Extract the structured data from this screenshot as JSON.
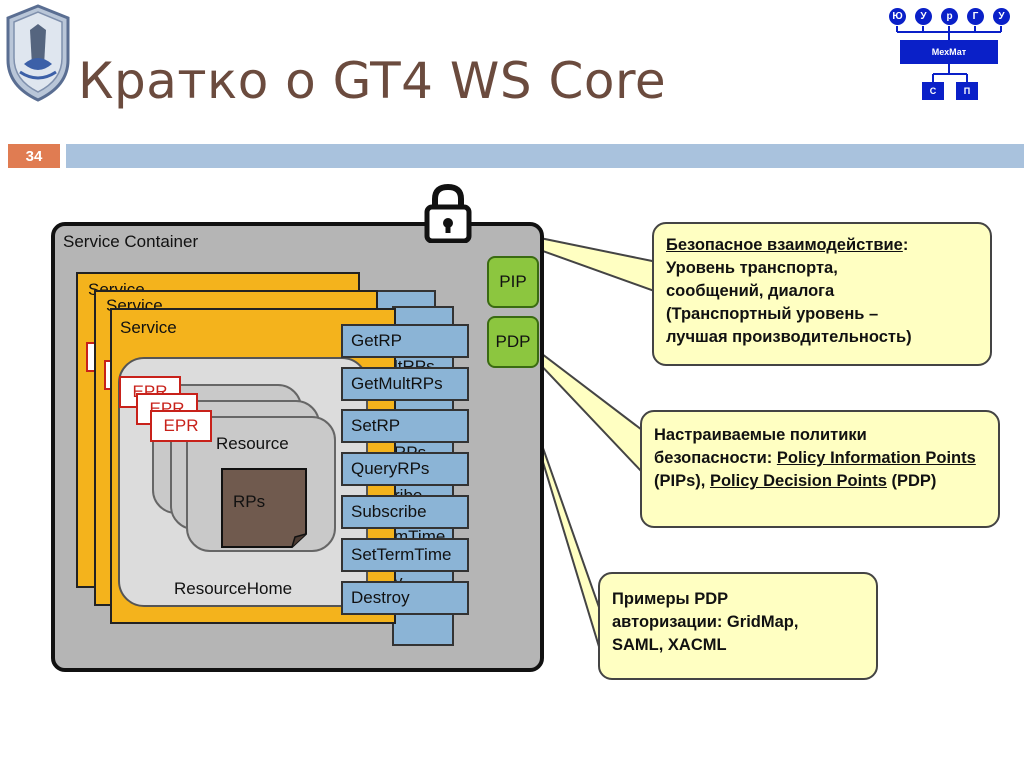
{
  "title": "Кратко о GT4 WS Core",
  "slide_number": "34",
  "logo": {
    "letters": [
      "Ю",
      "У",
      "р",
      "Г",
      "У"
    ],
    "center_label": "МехМат",
    "bottom_letters": [
      "С",
      "П"
    ]
  },
  "diagram": {
    "container_label": "Service Container",
    "service_labels": [
      "Service",
      "Service",
      "Service"
    ],
    "pip_label": "PIP",
    "pdp_label": "PDP",
    "epr_labels": [
      "EPR",
      "EPR",
      "EPR"
    ],
    "resource_label": "Resource",
    "rps_label": "RPs",
    "resource_home_label": "ResourceHome",
    "operations": [
      "GetRP",
      "GetMultRPs",
      "SetRP",
      "QueryRPs",
      "Subscribe",
      "SetTermTime",
      "Destroy"
    ],
    "back_fragments": [
      "ltRPs",
      "RPs",
      "ribe",
      "mTime",
      "y"
    ]
  },
  "callouts": {
    "security": {
      "heading": "Безопасное взаимодействие",
      "heading_suffix": ":",
      "lines": [
        "Уровень транспорта,",
        "сообщений, диалога",
        "(Транспортный уровень –",
        "лучшая производительность)"
      ]
    },
    "policies": {
      "line1": "Настраиваемые политики",
      "line2_prefix": "безопасности: ",
      "pip_term": "Policy Information Points",
      "pip_suffix": " (PIPs), ",
      "pdp_term": "Policy Decision Points",
      "pdp_suffix": " (PDP)"
    },
    "examples": {
      "lines": [
        "Примеры PDP",
        "авторизации: GridMap,",
        "SAML, XACML"
      ]
    }
  },
  "colors": {
    "title": "#6b4b3e",
    "slide_number_bg": "#e07c52",
    "header_bar": "#a9c2dd",
    "container_bg": "#b5b5b5",
    "service_bg": "#f4b31c",
    "operation_bg": "#8bb4d6",
    "pip_pdp_bg": "#8cc63f",
    "epr_border": "#c8211a",
    "rps_bg": "#705a4e",
    "callout_bg": "#ffffc2",
    "logo_blue": "#0a20c8"
  },
  "icons": [
    "university-crest-icon",
    "lock-icon"
  ]
}
